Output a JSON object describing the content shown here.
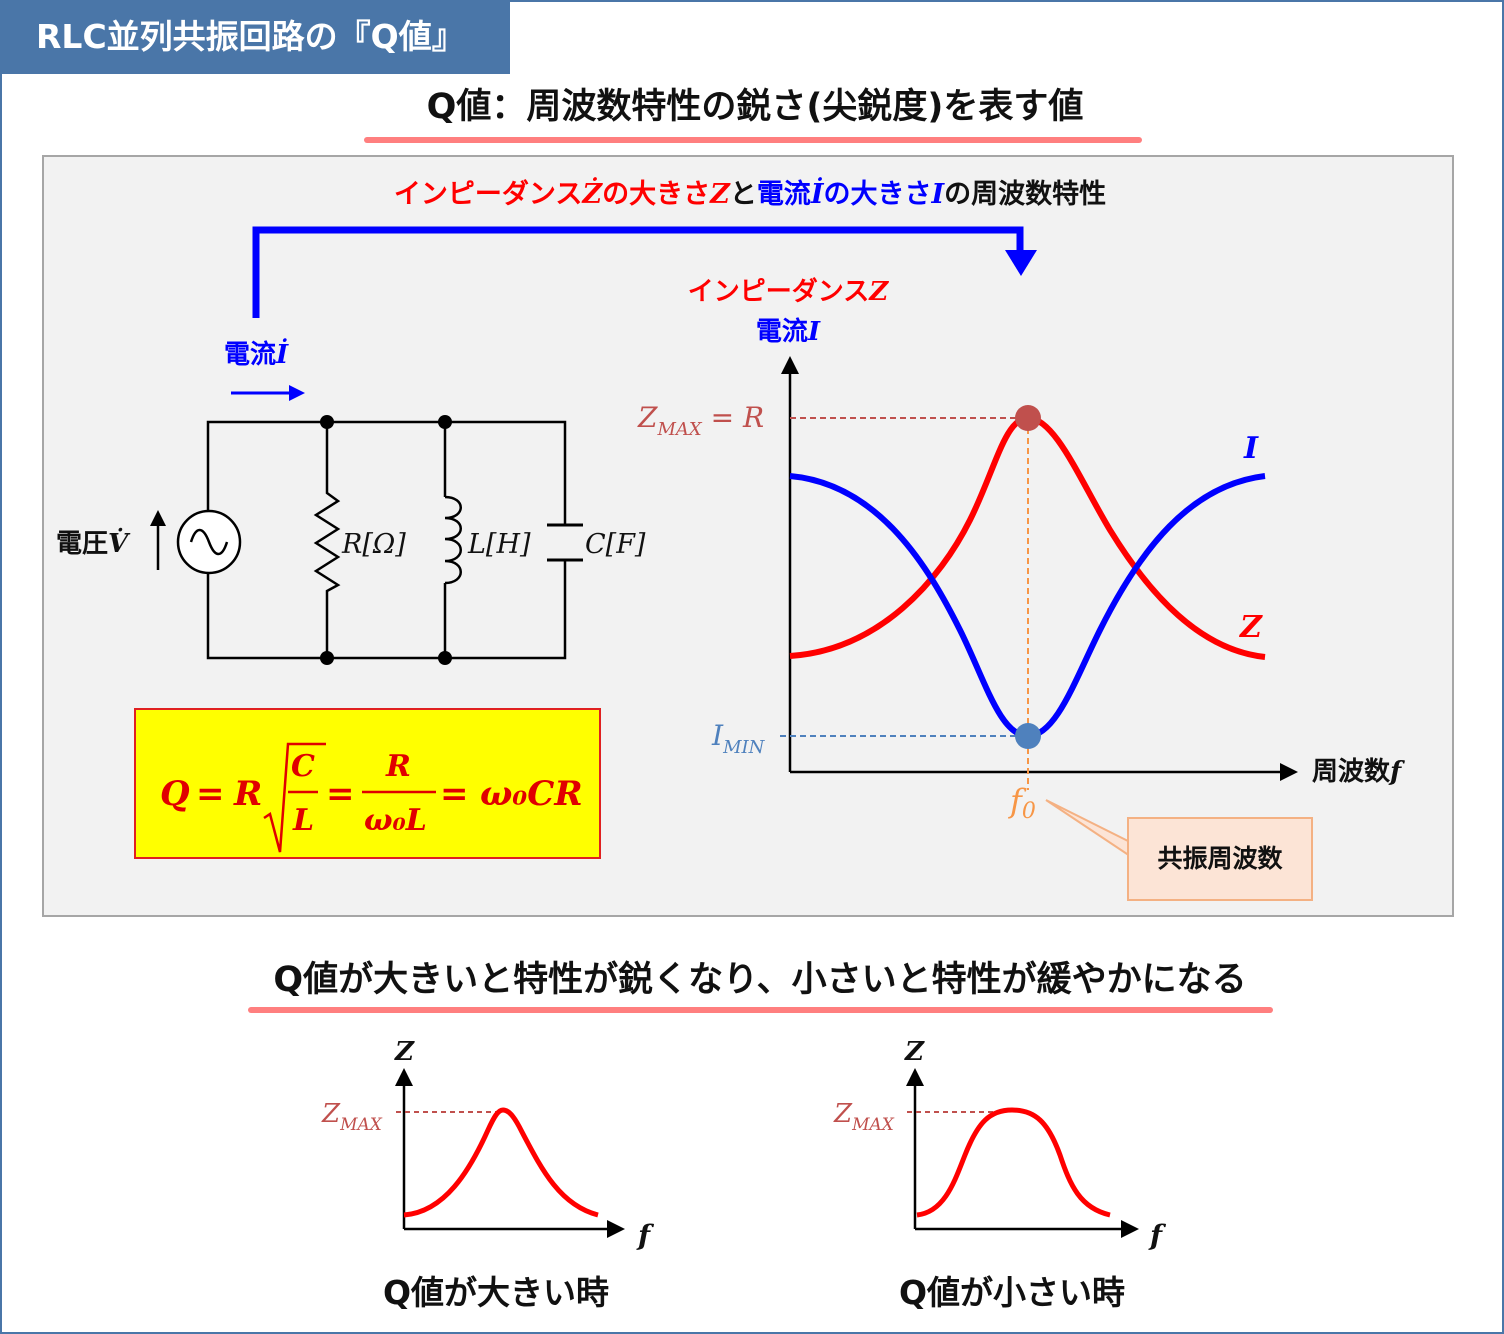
{
  "header": {
    "title": "RLC並列共振回路の『Q値』"
  },
  "definition": {
    "text": "Q値：周波数特性の鋭さ(尖鋭度)を表す値"
  },
  "panel_title": {
    "part1": "インピーダンス",
    "part1_var": "Ż",
    "part2": "の大きさ",
    "part2_var": "Z",
    "part3": "と",
    "part4": "電流",
    "part4_var": "İ",
    "part5": "の大きさ",
    "part5_var": "I",
    "part6": "の周波数特性"
  },
  "circuit": {
    "current_label": "電流",
    "current_var": "İ",
    "voltage_label": "電圧",
    "voltage_var": "V̇",
    "resistor_label": "R[Ω]",
    "inductor_label": "L[H]",
    "capacitor_label": "C[F]"
  },
  "formula": {
    "lhs": "Q",
    "eq": "=",
    "r": "R",
    "sqrt_num": "C",
    "sqrt_den": "L",
    "frac_num": "R",
    "frac_den": "ω₀L",
    "rhs": "ω₀CR"
  },
  "main_graph": {
    "ylabel_impedance": "インピーダンスZ",
    "ylabel_current": "電流I",
    "xlabel": "周波数f",
    "zmax_label": "Z_MAX = R",
    "imin_label": "I_MIN",
    "f0_label": "f₀",
    "curve_label_i": "I",
    "curve_label_z": "Z",
    "callout": "共振周波数",
    "colors": {
      "impedance": "#ff0000",
      "current": "#0000ff",
      "zmax": "#c0504d",
      "imin": "#4f81bd",
      "f0": "#f79646"
    }
  },
  "comparison": {
    "heading": "Q値が大きいと特性が鋭くなり、小さいと特性が緩やかになる",
    "left": {
      "ylabel": "Z",
      "zmax_label": "Z_MAX",
      "xlabel": "f",
      "caption": "Q値が大きい時"
    },
    "right": {
      "ylabel": "Z",
      "zmax_label": "Z_MAX",
      "xlabel": "f",
      "caption": "Q値が小さい時"
    }
  }
}
